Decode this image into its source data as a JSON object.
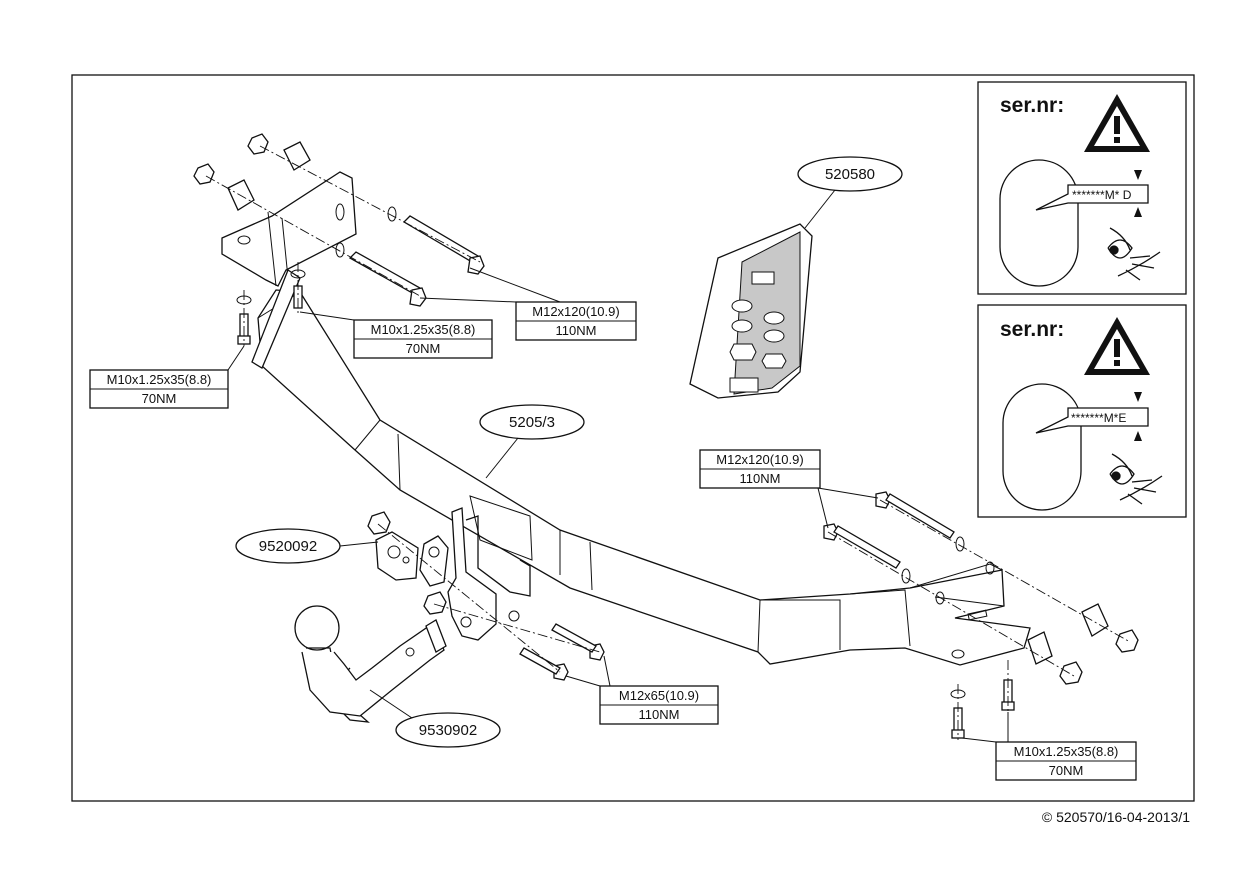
{
  "parts": {
    "bracket_kit": "520580",
    "crossbar": "5205/3",
    "bracket": "9520092",
    "towball": "9530902"
  },
  "bolts": {
    "top_m12": {
      "spec": "M12x120(10.9)",
      "torque": "110NM"
    },
    "top_m10": {
      "spec": "M10x1.25x35(8.8)",
      "torque": "70NM"
    },
    "left_m10": {
      "spec": "M10x1.25x35(8.8)",
      "torque": "70NM"
    },
    "right_m12": {
      "spec": "M12x120(10.9)",
      "torque": "110NM"
    },
    "mid_m12": {
      "spec": "M12x65(10.9)",
      "torque": "110NM"
    },
    "right_m10": {
      "spec": "M10x1.25x35(8.8)",
      "torque": "70NM"
    }
  },
  "serial_panels": [
    {
      "title": "ser.nr:",
      "code": "*******M* D"
    },
    {
      "title": "ser.nr:",
      "code": "*******M*E"
    }
  ],
  "footer": {
    "copyright": "© 520570/16-04-2013/1"
  }
}
